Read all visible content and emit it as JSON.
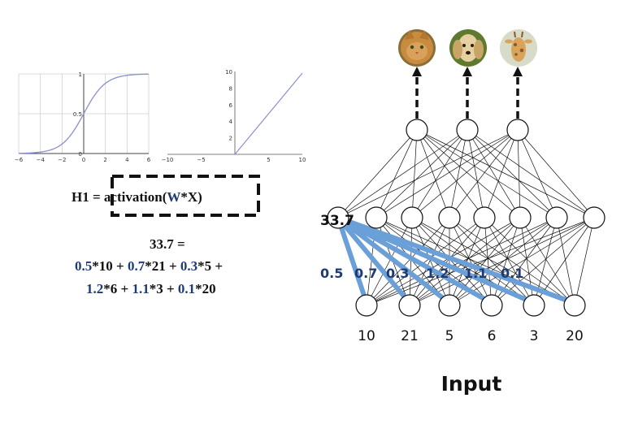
{
  "sigmoid_plot": {
    "x_ticks": [
      "−6",
      "−4",
      "−2",
      "0",
      "2",
      "4",
      "6"
    ],
    "y_ticks": [
      "0",
      "0.5",
      "1"
    ],
    "xlim": [
      -6,
      6
    ],
    "ylim": [
      0,
      1
    ],
    "grid": true
  },
  "relu_plot": {
    "x_ticks": [
      "−10",
      "−5",
      "5",
      "10"
    ],
    "y_ticks": [
      "2",
      "4",
      "6",
      "8",
      "10"
    ],
    "xlim": [
      -10,
      10
    ],
    "ylim": [
      0,
      10
    ]
  },
  "equation": {
    "lhs": "H1 = ",
    "func": "activation(",
    "w": "W",
    "x": "*X)"
  },
  "calc": {
    "result": "33.7 =",
    "line1": [
      {
        "w": "0.5",
        "x": "*10 + "
      },
      {
        "w": "0.7",
        "x": "*21 + "
      },
      {
        "w": "0.3",
        "x": "*5 +"
      }
    ],
    "line2": [
      {
        "w": "1.2",
        "x": "*6 + "
      },
      {
        "w": "1.1",
        "x": "*3 + "
      },
      {
        "w": "0.1",
        "x": "*20"
      }
    ]
  },
  "network": {
    "output_icons": [
      "cat-icon",
      "dog-icon",
      "giraffe-icon"
    ],
    "hidden_value": "33.7",
    "weights": [
      "0.5",
      "0.7",
      "0.3",
      "1.2",
      "1.1",
      "0.1"
    ],
    "inputs": [
      "10",
      "21",
      "5",
      "6",
      "3",
      "20"
    ],
    "input_label": "Input",
    "colors": {
      "highlight": "#6a9fd8",
      "weight_text": "#1f3b73"
    }
  }
}
